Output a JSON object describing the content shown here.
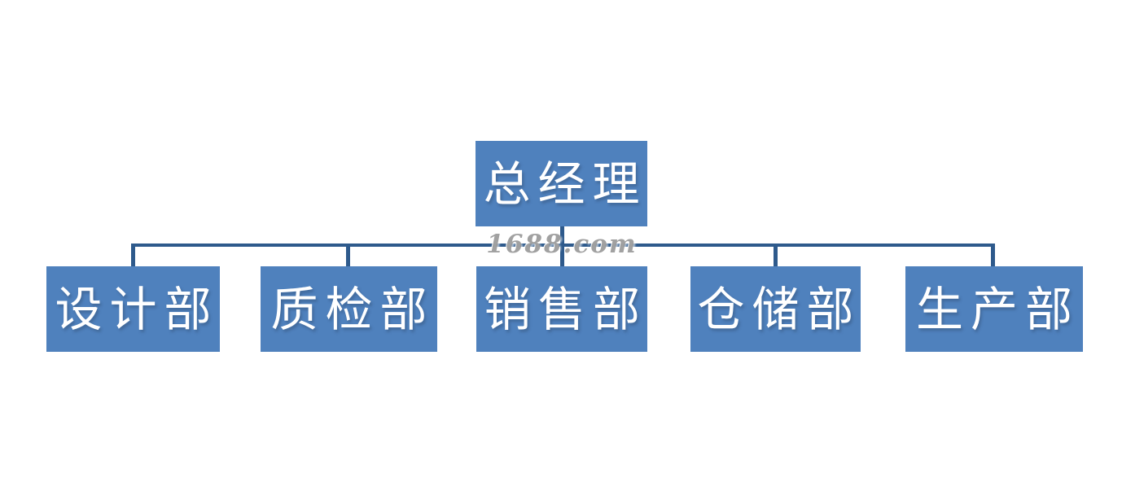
{
  "org": {
    "root": {
      "label": "总经理"
    },
    "children": [
      {
        "label": "设计部"
      },
      {
        "label": "质检部"
      },
      {
        "label": "销售部"
      },
      {
        "label": "仓储部"
      },
      {
        "label": "生产部"
      }
    ],
    "colors": {
      "box_fill": "#4F81BD",
      "connector_line": "#2E5A8C",
      "box_text": "#FFFFFF"
    }
  },
  "watermark": {
    "text": "1688.com"
  }
}
